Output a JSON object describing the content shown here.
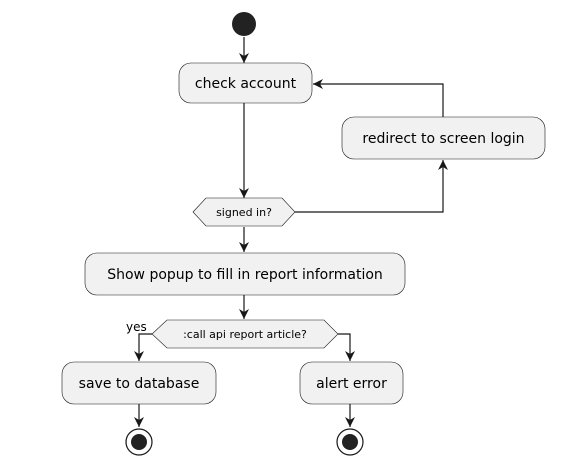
{
  "diagram": {
    "nodes": {
      "check_account": "check account",
      "redirect_login": "redirect to screen login",
      "signed_in": "signed in?",
      "show_popup": "Show popup to fill in report information",
      "call_api": ":call api report article?",
      "save_db": "save to database",
      "alert_error": "alert error"
    },
    "edge_labels": {
      "yes": "yes"
    },
    "colors": {
      "node_fill": "#f1f1f1",
      "node_stroke": "#181818",
      "start_fill": "#222222"
    }
  }
}
